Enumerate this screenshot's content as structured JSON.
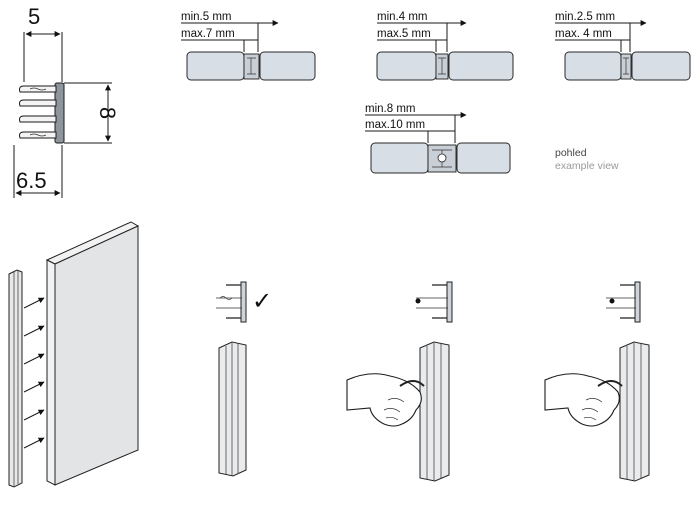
{
  "profile_dims": {
    "top_width": "5",
    "height": "8",
    "bottom_width": "6.5"
  },
  "gap_details": [
    {
      "min": "min.5 mm",
      "max": "max.7 mm"
    },
    {
      "min": "min.4 mm",
      "max": "max.5 mm"
    },
    {
      "min": "min.2.5 mm",
      "max": "max. 4 mm"
    },
    {
      "min": "min.8 mm",
      "max": "max.10 mm"
    }
  ],
  "view_caption": {
    "line1": "pohled",
    "line2": "example view"
  },
  "check_mark": "✓"
}
